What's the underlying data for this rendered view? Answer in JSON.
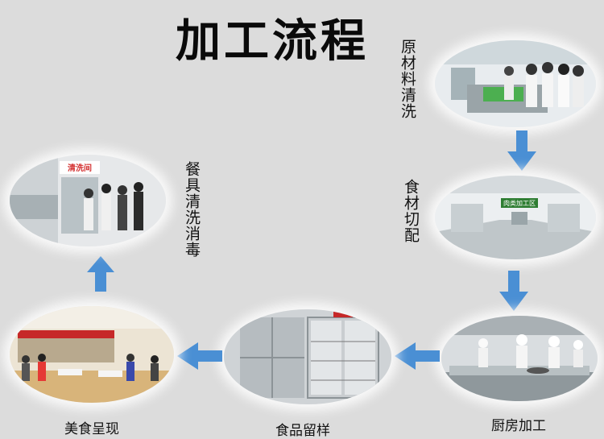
{
  "title": "加工流程",
  "steps": {
    "wash": "原材料清洗",
    "cut": "食材切配",
    "cook": "厨房加工",
    "sample": "食品留样",
    "serve": "美食呈现",
    "disinfect": "餐具清洗消毒"
  },
  "signs": {
    "meat_area": "肉类加工区",
    "wash_room": "清洗间"
  },
  "colors": {
    "arrow": "#4a8fd4",
    "background": "#dcdcdc"
  }
}
